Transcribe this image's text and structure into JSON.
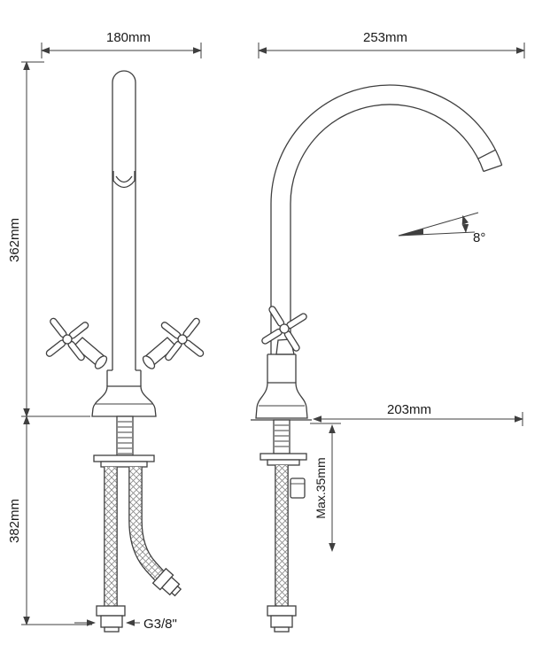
{
  "drawing": {
    "subject": "kitchen mixer tap dimensional technical drawing",
    "views": {
      "left": "front view",
      "right": "side view"
    },
    "dimensions": {
      "front_width": "180mm",
      "side_depth": "253mm",
      "height_above_counter": "362mm",
      "height_below_counter": "382mm",
      "spout_reach": "203mm",
      "spout_angle": "8°",
      "max_mounting_thickness": "Max.35mm",
      "hose_thread": "G3/8\""
    },
    "colors": {
      "line": "#3f3f3f",
      "text": "#1a1a1a",
      "background": "#ffffff",
      "braid": "#8a8a8a"
    }
  }
}
